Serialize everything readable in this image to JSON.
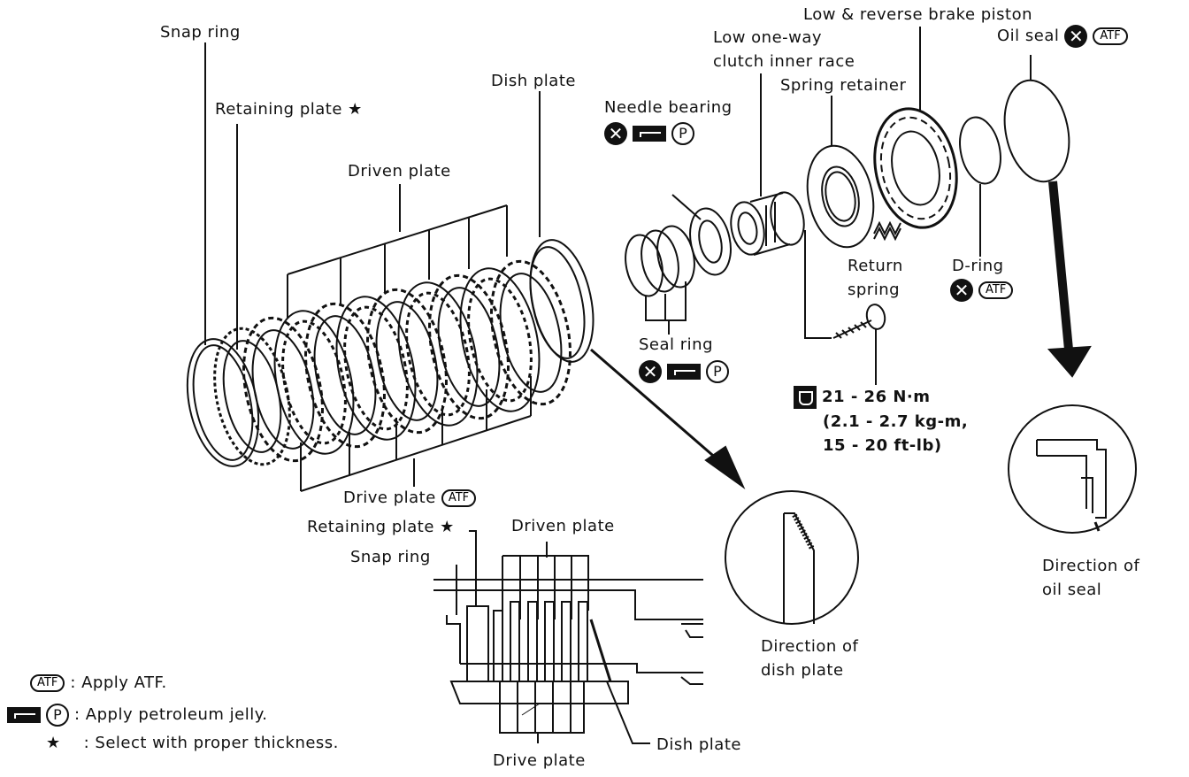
{
  "labels": {
    "snap_ring": "Snap ring",
    "retaining_plate": "Retaining plate",
    "driven_plate": "Driven plate",
    "dish_plate": "Dish plate",
    "needle_bearing": "Needle bearing",
    "low_one_way_line1": "Low one-way",
    "low_one_way_line2": "clutch inner race",
    "low_reverse_piston": "Low & reverse brake piston",
    "spring_retainer": "Spring retainer",
    "oil_seal": "Oil seal",
    "return_spring_line1": "Return",
    "return_spring_line2": "spring",
    "d_ring": "D-ring",
    "seal_ring": "Seal ring",
    "torque_line1": "21 - 26 N·m",
    "torque_line2": "(2.1 - 2.7 kg-m,",
    "torque_line3": "15 - 20 ft-lb)",
    "drive_plate": "Drive plate",
    "section_retaining_plate": "Retaining plate",
    "section_driven_plate": "Driven plate",
    "section_snap_ring": "Snap ring",
    "section_drive_plate": "Drive plate",
    "section_dish_plate": "Dish plate",
    "dir_dish_line1": "Direction of",
    "dir_dish_line2": "dish plate",
    "dir_seal_line1": "Direction of",
    "dir_seal_line2": "oil seal"
  },
  "symbols": {
    "atf": "ATF",
    "p": "P",
    "x": "✕",
    "star": "★"
  },
  "legend": {
    "atf_text": ": Apply ATF.",
    "jelly_text": ": Apply petroleum jelly.",
    "star_text": ": Select with proper thickness."
  }
}
